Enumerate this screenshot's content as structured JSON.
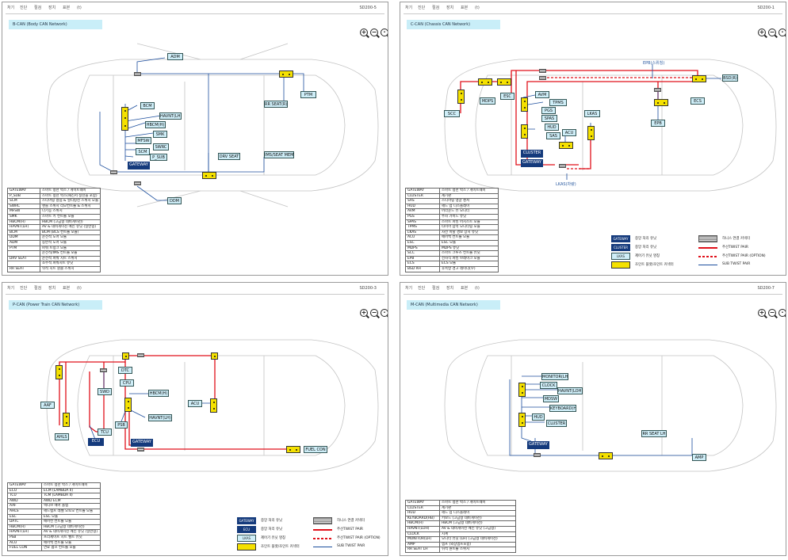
{
  "menu": [
    "처기",
    "진단",
    "절검",
    "장치",
    "표본",
    "(t)"
  ],
  "panels": [
    {
      "code": "SD200-5",
      "title": "B-CAN (Body CAN Network)",
      "modules": [
        {
          "label": "ADM",
          "type": "box"
        },
        {
          "label": "BCM",
          "type": "box"
        },
        {
          "label": "HAVNT(LH)",
          "type": "box"
        },
        {
          "label": "HBCM(H)",
          "type": "box"
        },
        {
          "label": "SMK",
          "type": "box"
        },
        {
          "label": "MFSW",
          "type": "box"
        },
        {
          "label": "SWRC",
          "type": "box"
        },
        {
          "label": "SCM",
          "type": "box"
        },
        {
          "label": "P_SUB",
          "type": "box"
        },
        {
          "label": "GATEWAY",
          "type": "dark"
        },
        {
          "label": "PTM",
          "type": "box"
        },
        {
          "label": "RR SEAT(R)",
          "type": "box"
        },
        {
          "label": "DRV SEAT",
          "type": "box"
        },
        {
          "label": "IMS/SEAT MEMORY",
          "type": "box"
        },
        {
          "label": "DDM",
          "type": "box"
        }
      ],
      "abbr": [
        [
          "GATEWAY",
          "스마트 정션 박스 / 게이트웨이"
        ],
        [
          "P_SUB",
          "스마트 정션 박스(패신저 정션을 포함)"
        ],
        [
          "SCM",
          "스티어링 컬럼 & 멀티펑션 스위치 모듈"
        ],
        [
          "SWRC",
          "핸들 스위치 리모컨트롤 & 스위치"
        ],
        [
          "MFSW",
          "다기능 스위치"
        ],
        [
          "SMK",
          "스마트 키 컨트롤 모듈"
        ],
        [
          "HBCM(H)",
          "HBCM (고급형 네비게이션)"
        ],
        [
          "HAVNT(LH)",
          "AV & 네비게이션 메인 유닛 (일반형)"
        ],
        [
          "BCM",
          "BCM (BCS 컨트롤 모듈)"
        ],
        [
          "DDM",
          "운전석 도어 모듈"
        ],
        [
          "ADM",
          "동반석 도어 모듈"
        ],
        [
          "PTM",
          "파워 트렁크 모듈"
        ],
        [
          "",
          "운전석/IMS 컨트롤 모듈"
        ],
        [
          "DRV SEAT",
          "운전석 파워 시트 스위치"
        ],
        [
          "",
          "조수석 파워시트 유닛"
        ],
        [
          "RR SEAT",
          "뒤석 시트 원클 스위치"
        ]
      ]
    },
    {
      "code": "SD200-1",
      "title": "C-CAN (Chassis CAN Network)",
      "modules": [
        {
          "label": "SCC",
          "type": "box"
        },
        {
          "label": "MDPS",
          "type": "box"
        },
        {
          "label": "ESC",
          "type": "box"
        },
        {
          "label": "AVM",
          "type": "box"
        },
        {
          "label": "TPMS",
          "type": "box"
        },
        {
          "label": "PGS",
          "type": "box"
        },
        {
          "label": "SPAS",
          "type": "box"
        },
        {
          "label": "HUD",
          "type": "box"
        },
        {
          "label": "SAS",
          "type": "box"
        },
        {
          "label": "ACU",
          "type": "box"
        },
        {
          "label": "LKAS",
          "type": "box"
        },
        {
          "label": "CLUSTER",
          "type": "dark"
        },
        {
          "label": "GATEWAY",
          "type": "dark"
        },
        {
          "label": "EPB",
          "type": "box"
        },
        {
          "label": "ECS",
          "type": "box"
        },
        {
          "label": "BSD(R)",
          "type": "box"
        }
      ],
      "annotations": [
        "EPB(스위칭)",
        "LKAS(차량)"
      ],
      "abbr": [
        [
          "GATEWAY",
          "스마트 정션 박스 / 게이트웨이"
        ],
        [
          "CLUSTER",
          "계기판"
        ],
        [
          "SAS",
          "스티어링 앵글 센서"
        ],
        [
          "HUD",
          "헤드 업 디스플레이"
        ],
        [
          "AVM",
          "어라운드 뷰 모니터"
        ],
        [
          "PGS",
          "주차 가이드 유닛"
        ],
        [
          "SPAS",
          "스마트 파킹 어시스트 모듈"
        ],
        [
          "TPMS",
          "타이어 압력 모니터링 모듈"
        ],
        [
          "LKAS",
          "차선 이탈 경보 장치 유닛"
        ],
        [
          "ACU",
          "에어백 컨트롤 모듈"
        ],
        [
          "ESC",
          "ESC 모듈"
        ],
        [
          "MDPS",
          "MDPS 유닛"
        ],
        [
          "SCC",
          "스마트 크루즈 컨트롤 유닛"
        ],
        [
          "EPB",
          "전자식 파킹 브레이크 모듈"
        ],
        [
          "ECS",
          "ECS 모듈"
        ],
        [
          "BSD RH",
          "후측방 경고 레이더(우)"
        ]
      ],
      "legend": [
        {
          "symbol": "GATEWAY",
          "text": "중앙 처리 유닛"
        },
        {
          "symbol": "CLUSTER",
          "text": "중앙 처리 유닛"
        },
        {
          "symbol": "LKAS",
          "text": "제어기 유닛 명칭"
        },
        {
          "symbol": "",
          "text": "조인트 플랫/조인트 커넥터"
        },
        {
          "symbol": "",
          "text": "하니스 연결 커넥터"
        },
        {
          "symbol": "",
          "text": "주선TWIST PAIR"
        },
        {
          "symbol": "",
          "text": "주선TWIST PAIR (OPTION)"
        },
        {
          "symbol": "",
          "text": "SUB TWIST PAIR"
        }
      ]
    },
    {
      "code": "SD200-3",
      "title": "P-CAN (Power Train CAN Network)",
      "modules": [
        {
          "label": "AAF",
          "type": "box"
        },
        {
          "label": "AHLS",
          "type": "box"
        },
        {
          "label": "SWD",
          "type": "box"
        },
        {
          "label": "TCU",
          "type": "box"
        },
        {
          "label": "ECU",
          "type": "dark"
        },
        {
          "label": "DTC",
          "type": "box"
        },
        {
          "label": "CPU",
          "type": "box"
        },
        {
          "label": "HBCM(H)",
          "type": "box"
        },
        {
          "label": "HAVNT(LH)",
          "type": "box"
        },
        {
          "label": "PSB",
          "type": "box"
        },
        {
          "label": "GATEWAY",
          "type": "dark"
        },
        {
          "label": "ACU",
          "type": "box"
        },
        {
          "label": "FUEL CON",
          "type": "box"
        }
      ],
      "abbr": [
        [
          "GATEWAY",
          "스마트 정션 박스 / 게이트웨이"
        ],
        [
          "ECU",
          "ECM (LAMBDA II)"
        ],
        [
          "TCU",
          "TCM (LAMBDA II)"
        ],
        [
          "AWD",
          "AWD ECM"
        ],
        [
          "AAF",
          "액티브 에어 플랩"
        ],
        [
          "AHLS",
          "헤드램프 레벨 오토모 컨트롤 모듈"
        ],
        [
          "ESC",
          "ESC 모듈"
        ],
        [
          "DATC",
          "에어컨 컨트롤 모듈"
        ],
        [
          "HBCM(H)",
          "HBCM (고급형 네비게이션)"
        ],
        [
          "HAVNT(LH)",
          "AV & 네비게이션 메인 유닛 (일반형)"
        ],
        [
          "PSB",
          "프리세이프 시트 벨트 유닛"
        ],
        [
          "ACU",
          "에어백 컨트롤 모듈"
        ],
        [
          "FUEL CON",
          "연료 펌프 컨트롤 모듈"
        ]
      ],
      "legend": [
        {
          "symbol": "GATEWAY",
          "text": "중앙 처리 유닛"
        },
        {
          "symbol": "ECU",
          "text": "중앙 처리 유닛"
        },
        {
          "symbol": "LKAS",
          "text": "제어기 유닛 명칭"
        },
        {
          "symbol": "",
          "text": "조인트 플랫/조인트 커넥터"
        },
        {
          "symbol": "",
          "text": "하니스 연결 커넥터"
        },
        {
          "symbol": "",
          "text": "주선TWIST PAIR"
        },
        {
          "symbol": "",
          "text": "주선TWIST PAIR (OPTION)"
        },
        {
          "symbol": "",
          "text": "SUB TWIST PAIR"
        }
      ]
    },
    {
      "code": "SD200-7",
      "title": "M-CAN (Multimedia CAN Network)",
      "modules": [
        {
          "label": "MONITOR(LH)",
          "type": "box"
        },
        {
          "label": "CLOCK",
          "type": "box"
        },
        {
          "label": "HAVNT(LOH)",
          "type": "box"
        },
        {
          "label": "MDSW",
          "type": "box"
        },
        {
          "label": "KEYBOARD(HB)",
          "type": "box"
        },
        {
          "label": "HUD",
          "type": "box"
        },
        {
          "label": "CLUSTER",
          "type": "box"
        },
        {
          "label": "GATEWAY",
          "type": "dark"
        },
        {
          "label": "RR SEAT LH",
          "type": "box"
        },
        {
          "label": "AMP",
          "type": "box"
        }
      ],
      "abbr": [
        [
          "GATEWAY",
          "스마트 정션 박스 / 게이트웨이"
        ],
        [
          "CLUSTER",
          "계기판"
        ],
        [
          "HUD",
          "헤드 업 디스플레이"
        ],
        [
          "KEYBOARD(HB)",
          "키보드 (고급형 네비게이션)"
        ],
        [
          "HBCM(H)",
          "HBCM (고급형 네비게이션)"
        ],
        [
          "HAVNT(LOH)",
          "AV & 네비게이션 메인 유닛 (고급형)"
        ],
        [
          "CLOCK",
          "시계"
        ],
        [
          "MONITOR(LH)",
          "모니터 유닛 (LH) (고급형 네비게이션)"
        ],
        [
          "AMP",
          "앰프 (외장앰프포함)"
        ],
        [
          "RR SEAT LH",
          "뒤석 원트롤 스위치"
        ]
      ]
    }
  ]
}
